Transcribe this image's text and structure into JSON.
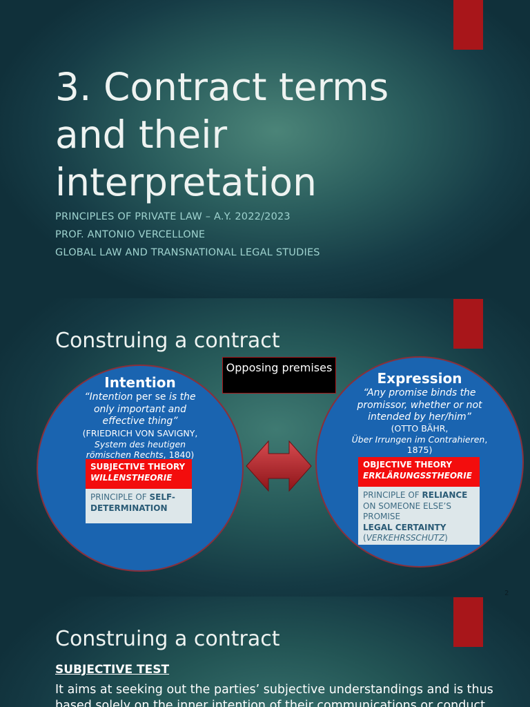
{
  "slide1": {
    "title": "3. Contract terms\nand their\ninterpretation",
    "course": "PRINCIPLES OF PRIVATE LAW – A.Y. 2022/2023",
    "professor": "PROF. ANTONIO VERCELLONE",
    "program": "GLOBAL LAW AND TRANSNATIONAL LEGAL STUDIES"
  },
  "slide2": {
    "heading": "Construing a contract",
    "opposing": "Opposing premises",
    "page_number": "2",
    "intention": {
      "title": "Intention",
      "quote_a": "“Intention ",
      "quote_b": "per se",
      "quote_c": " is the only important and effective thing”",
      "author": "(FRIEDRICH VON SAVIGNY,",
      "work": "System des heutigen römischen Rechts",
      "year": ", 1840)",
      "theory_a": "SUBJECTIVE THEORY",
      "theory_b": "WILLENSTHEORIE",
      "principle_a": "PRINCIPLE OF ",
      "principle_b": "SELF-DETERMINATION"
    },
    "expression": {
      "title": "Expression",
      "quote": "“Any promise binds the promissor, whether or not intended by her/him”",
      "author": "(OTTO BÄHR,",
      "work": "Über Irrungen im Contrahieren",
      "year": ", 1875)",
      "theory_a": "OBJECTIVE THEORY",
      "theory_b": "ERKLÄRUNGSSTHEORIE",
      "principle_a": "PRINCIPLE OF ",
      "principle_b": "RELIANCE",
      "principle_c": "ON SOMEONE ELSE’S PROMISE",
      "certainty": "LEGAL CERTAINTY",
      "german_a": "(",
      "german_b": "VERKEHRSSCHUTZ",
      "german_c": ")"
    },
    "colors": {
      "circle": "#1a64b0",
      "red": "#f30d0d",
      "bar": "#a8161a"
    }
  },
  "slide3": {
    "heading": "Construing a contract",
    "label": "SUBJECTIVE TEST",
    "body": "It aims at seeking out the parties’ subjective understandings and is thus based solely on the inner intention of their communications or conduct"
  }
}
